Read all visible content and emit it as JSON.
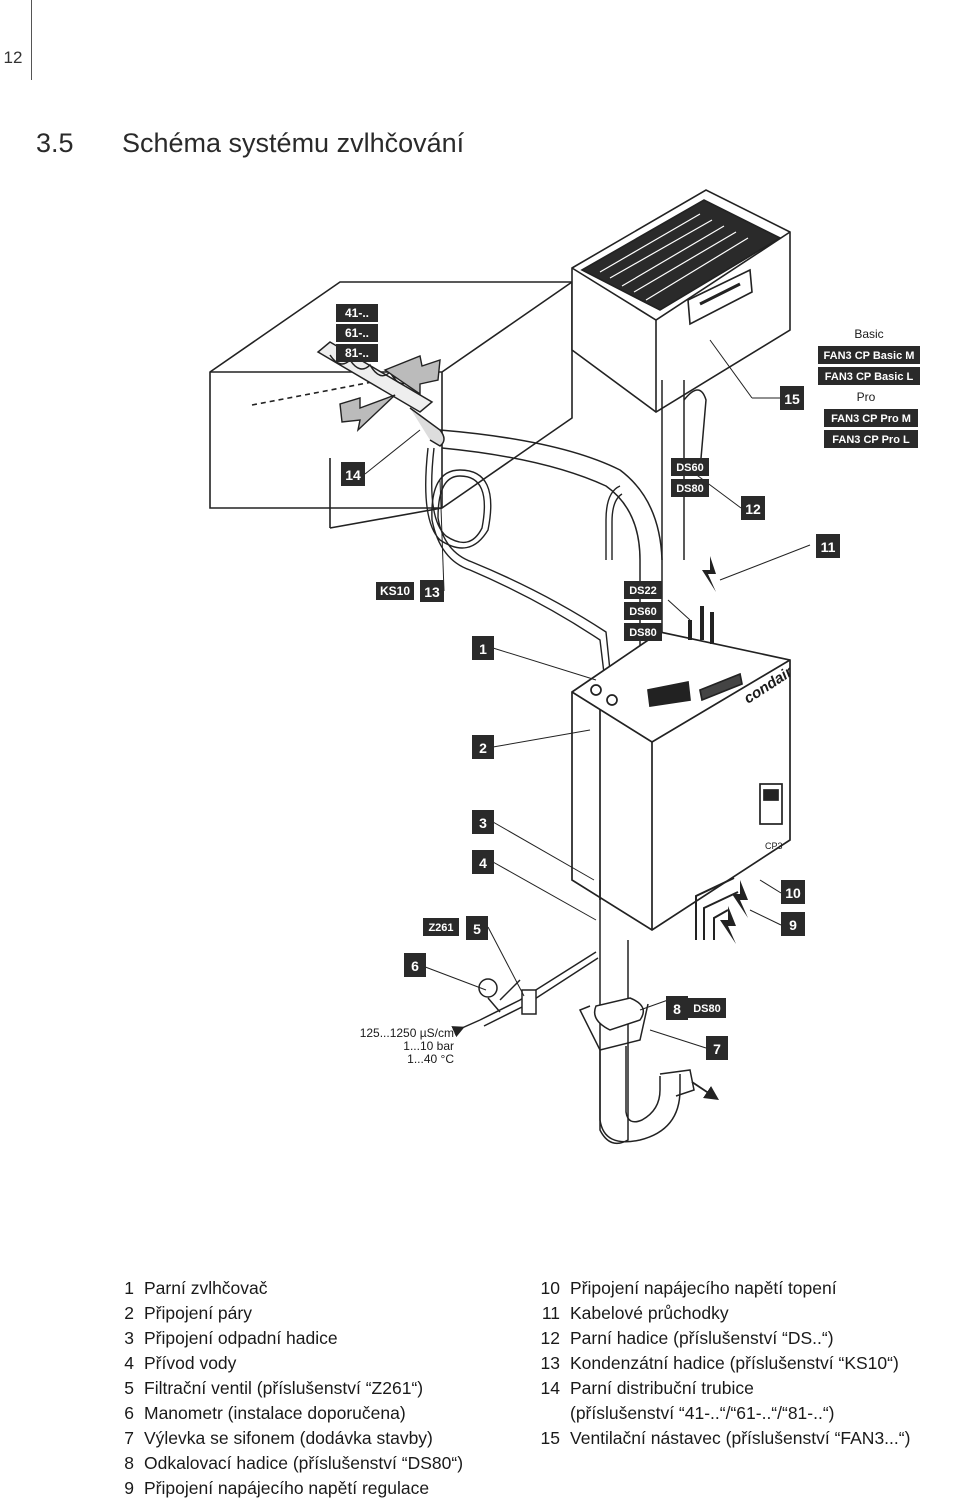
{
  "page": {
    "number": "12"
  },
  "title": {
    "number": "3.5",
    "text": "Schéma systému zvlhčování"
  },
  "labels": {
    "l14": "14",
    "l41": "41-..",
    "l61": "61-..",
    "l81": "81-..",
    "ks10": "KS10",
    "l13": "13",
    "l1": "1",
    "l2": "2",
    "l3": "3",
    "l4": "4",
    "l5": "5",
    "l6": "6",
    "z261": "Z261",
    "l7": "7",
    "l8": "8",
    "ds80_drain": "DS80",
    "ds22": "DS22",
    "ds60_a": "DS60",
    "ds80_a": "DS80",
    "ds60_b": "DS60",
    "ds80_b": "DS80",
    "l12": "12",
    "l11": "11",
    "l15": "15",
    "l10": "10",
    "l9": "9",
    "basic": "Basic",
    "fan_basic_m": "FAN3 CP Basic M",
    "fan_basic_l": "FAN3 CP Basic L",
    "pro": "Pro",
    "fan_pro_m": "FAN3 CP Pro M",
    "fan_pro_l": "FAN3 CP Pro L",
    "water_cond": "125...1250 µS/cm",
    "water_press": "1...10 bar",
    "water_temp": "1...40 °C",
    "brand": "condair",
    "cp3": "CP3"
  },
  "legend_left": [
    {
      "n": "1",
      "text": "Parní zvlhčovač"
    },
    {
      "n": "2",
      "text": "Připojení páry"
    },
    {
      "n": "3",
      "text": "Připojení odpadní hadice"
    },
    {
      "n": "4",
      "text": "Přívod vody"
    },
    {
      "n": "5",
      "text": "Filtrační ventil (příslušenství “Z261“)"
    },
    {
      "n": "6",
      "text": "Manometr (instalace doporučena)"
    },
    {
      "n": "7",
      "text": "Výlevka se sifonem (dodávka stavby)"
    },
    {
      "n": "8",
      "text": "Odkalovací hadice (příslušenství “DS80“)"
    },
    {
      "n": "9",
      "text": "Připojení napájecího napětí regulace"
    }
  ],
  "legend_right": [
    {
      "n": "10",
      "text": "Připojení napájecího napětí topení"
    },
    {
      "n": "11",
      "text": "Kabelové průchodky"
    },
    {
      "n": "12",
      "text": "Parní hadice (příslušenství “DS..“)"
    },
    {
      "n": "13",
      "text": "Kondenzátní hadice (příslušenství “KS10“)"
    },
    {
      "n": "14",
      "text": "Parní distribuční trubice"
    },
    {
      "n": "",
      "text": "(příslušenství “41-..“/“61-..“/“81-..“)"
    },
    {
      "n": "15",
      "text": "Ventilační nástavec (příslušenství “FAN3...“)"
    }
  ]
}
